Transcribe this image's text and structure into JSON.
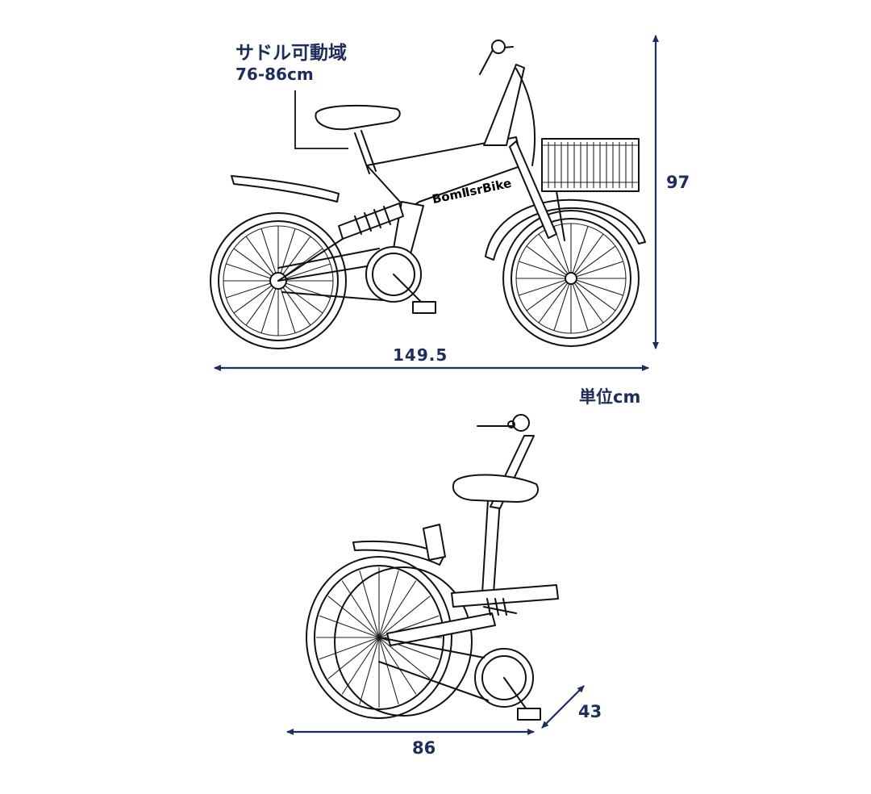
{
  "colors": {
    "dimension": "#1d2d5c",
    "line_art": "#111111",
    "background": "#ffffff"
  },
  "saddle_range": {
    "title": "サドル可動域",
    "value": "76-86cm"
  },
  "brand_logo": "BomⅡsrBike",
  "unfolded": {
    "height": "97",
    "length": "149.5"
  },
  "unit_label": "単位cm",
  "folded": {
    "length": "86",
    "depth": "43"
  }
}
